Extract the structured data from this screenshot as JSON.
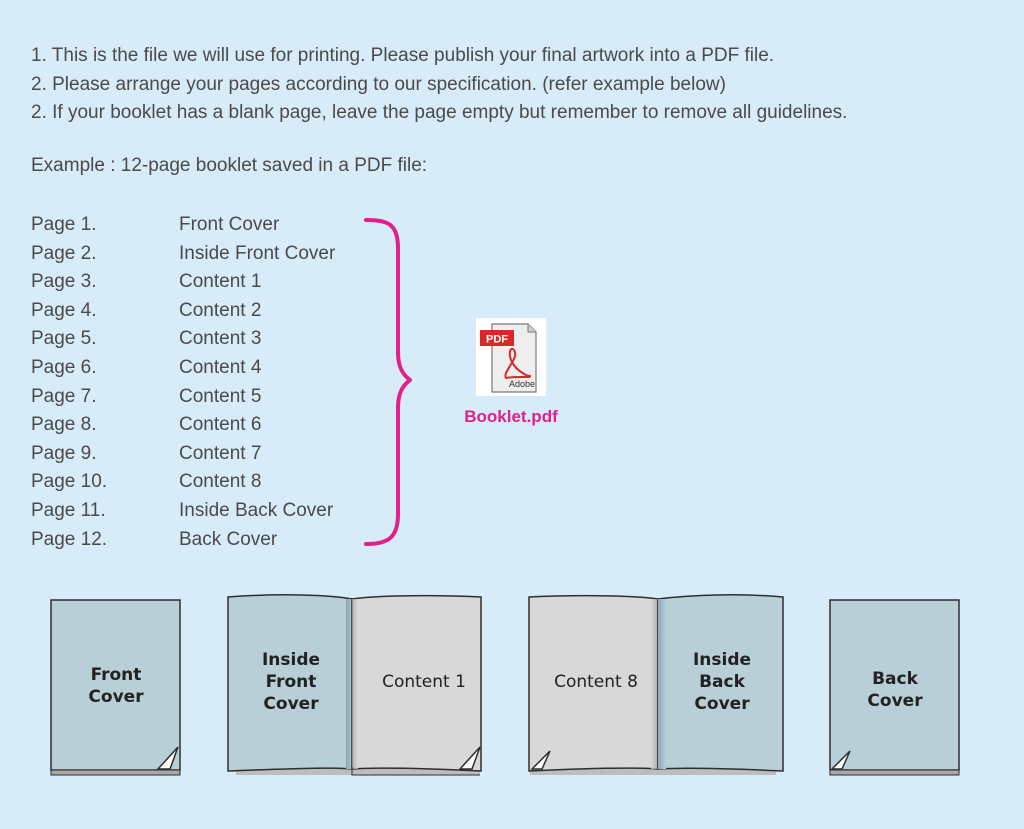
{
  "instructions": [
    "1. This is the file we will use for printing. Please publish your final artwork into a PDF file.",
    "2. Please arrange your pages according to our specification. (refer example below)",
    "2. If your booklet has a blank page, leave the page empty but remember to remove all guidelines."
  ],
  "example_label": "Example : 12-page booklet saved in a PDF file:",
  "pages": [
    {
      "num": "Page 1.",
      "name": "Front Cover"
    },
    {
      "num": "Page 2.",
      "name": "Inside Front Cover"
    },
    {
      "num": "Page 3.",
      "name": "Content 1"
    },
    {
      "num": "Page 4.",
      "name": "Content 2"
    },
    {
      "num": "Page 5.",
      "name": "Content 3"
    },
    {
      "num": "Page 6.",
      "name": "Content 4"
    },
    {
      "num": "Page 7.",
      "name": "Content 5"
    },
    {
      "num": "Page 8.",
      "name": "Content 6"
    },
    {
      "num": "Page 9.",
      "name": "Content 7"
    },
    {
      "num": "Page 10.",
      "name": "Content 8"
    },
    {
      "num": "Page 11.",
      "name": "Inside Back Cover"
    },
    {
      "num": "Page 12.",
      "name": "Back Cover"
    }
  ],
  "pdf": {
    "icon": "pdf-file-icon",
    "badge": "PDF",
    "brand": "Adobe",
    "filename": "Booklet.pdf"
  },
  "colors": {
    "background": "#d7ecf8",
    "accent": "#e0218a",
    "cover_page": "#b9cfd8",
    "content_page": "#d8d8d8"
  },
  "booklet": {
    "front_cover": [
      "Front",
      "Cover"
    ],
    "inside_front": [
      "Inside",
      "Front",
      "Cover"
    ],
    "content_first": "Content 1",
    "content_last": "Content 8",
    "inside_back": [
      "Inside",
      "Back",
      "Cover"
    ],
    "back_cover": [
      "Back",
      "Cover"
    ]
  }
}
